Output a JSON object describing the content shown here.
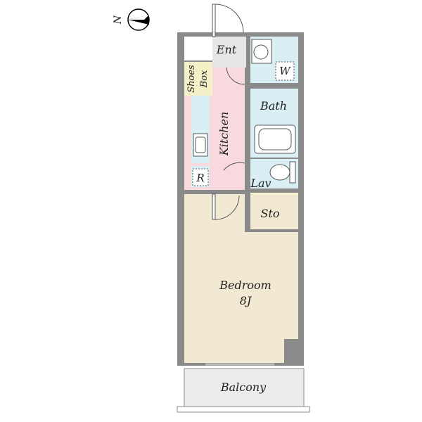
{
  "compass": {
    "north_label": "N",
    "icon": "north-arrow-icon"
  },
  "rooms": {
    "entrance": "Ent",
    "shoes_box_line1": "Shoes",
    "shoes_box_line2": "Box",
    "washer": "W",
    "bath": "Bath",
    "kitchen": "Kitchen",
    "refrigerator": "R",
    "lavatory": "Lav",
    "storage": "Sto",
    "bedroom": "Bedroom",
    "bedroom_size": "8J",
    "balcony": "Balcony"
  },
  "colors": {
    "wall": "#8a8a8a",
    "kitchen": "#f7d9de",
    "wet_area": "#d9eff4",
    "bedroom": "#f2e9d2",
    "storage": "#f6f6d0",
    "shoes_box": "#f4f1c8",
    "entrance": "#e6e6e6",
    "balcony": "#ececec"
  }
}
